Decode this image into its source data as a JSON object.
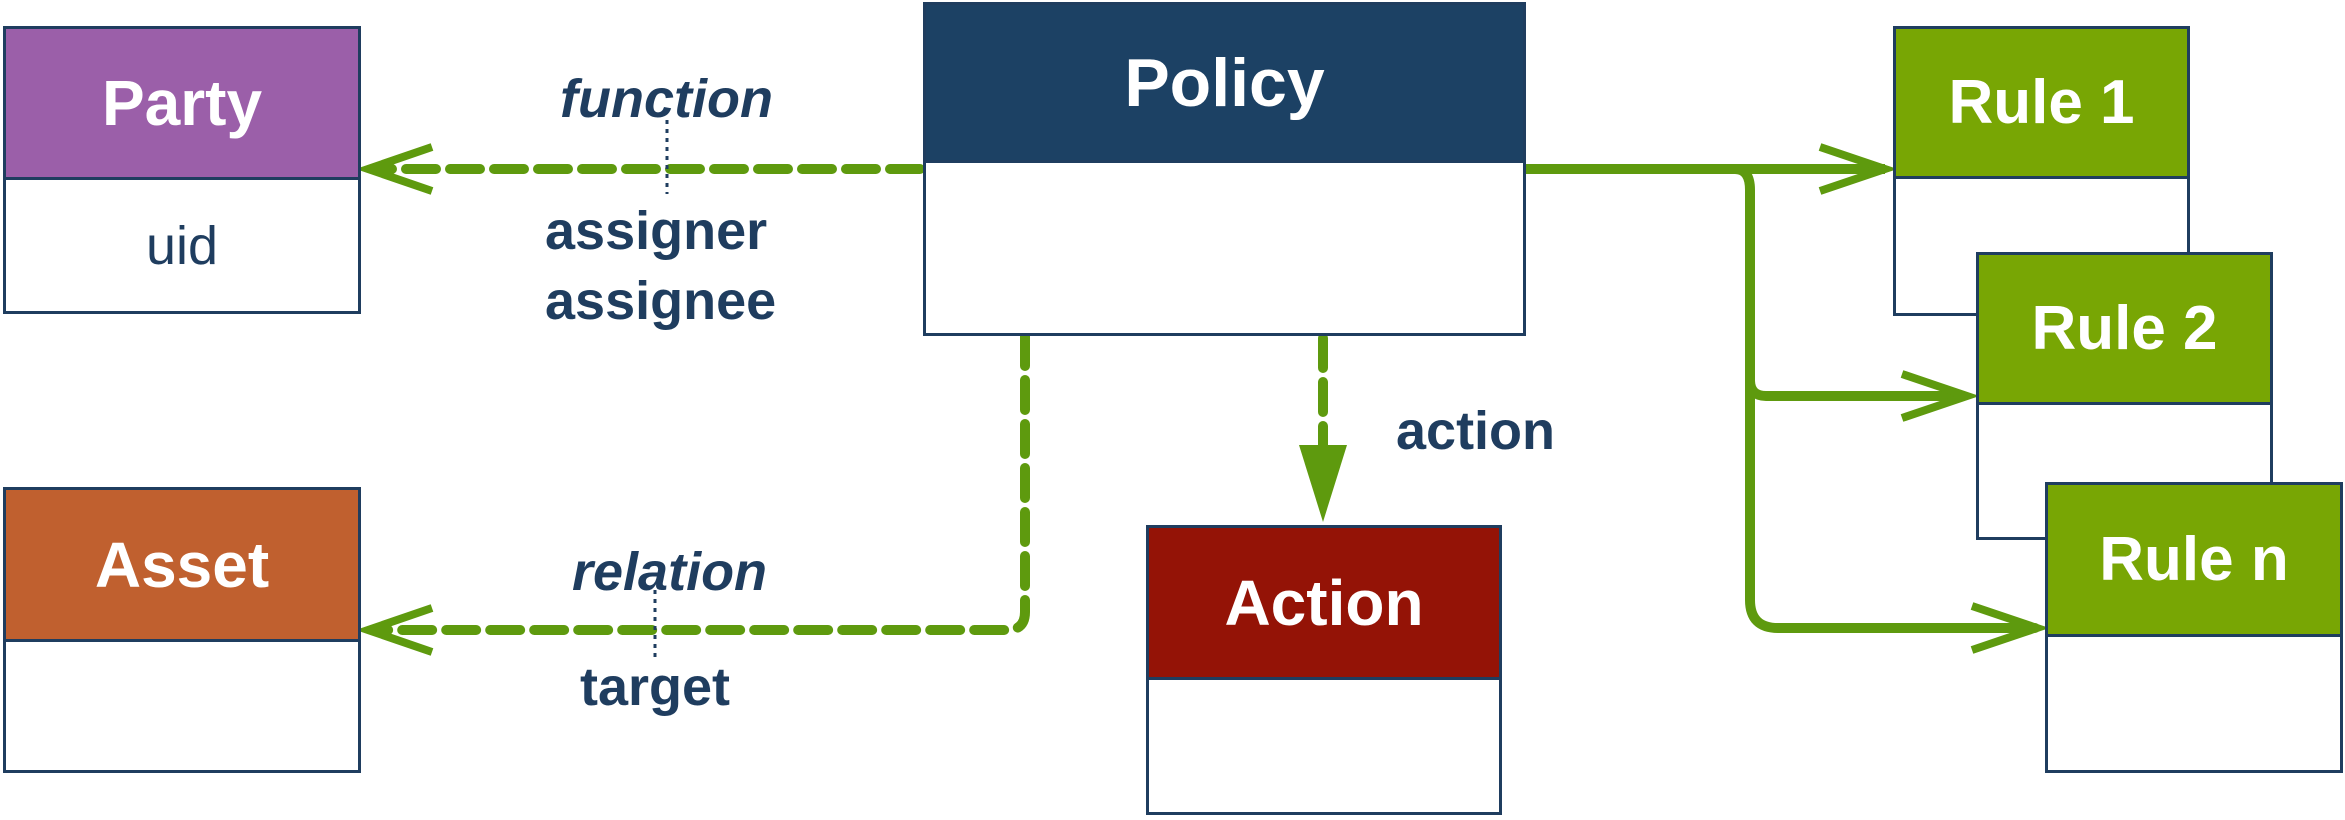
{
  "colors": {
    "navy": "#1f3d5f",
    "policy": "#1c4164",
    "party": "#9b5fa9",
    "asset": "#c0602f",
    "action": "#941306",
    "rule": "#78a604",
    "connector": "#5e9a0e"
  },
  "policy": {
    "title": "Policy"
  },
  "party": {
    "title": "Party",
    "attribute": "uid"
  },
  "asset": {
    "title": "Asset"
  },
  "action": {
    "title": "Action"
  },
  "rules": [
    {
      "title": "Rule 1"
    },
    {
      "title": "Rule 2"
    },
    {
      "title": "Rule n"
    }
  ],
  "edges": {
    "party_edge": {
      "qualifier": "function",
      "roles": [
        "assigner",
        "assignee"
      ]
    },
    "asset_edge": {
      "qualifier": "relation",
      "role": "target"
    },
    "action_edge": {
      "label": "action"
    }
  }
}
